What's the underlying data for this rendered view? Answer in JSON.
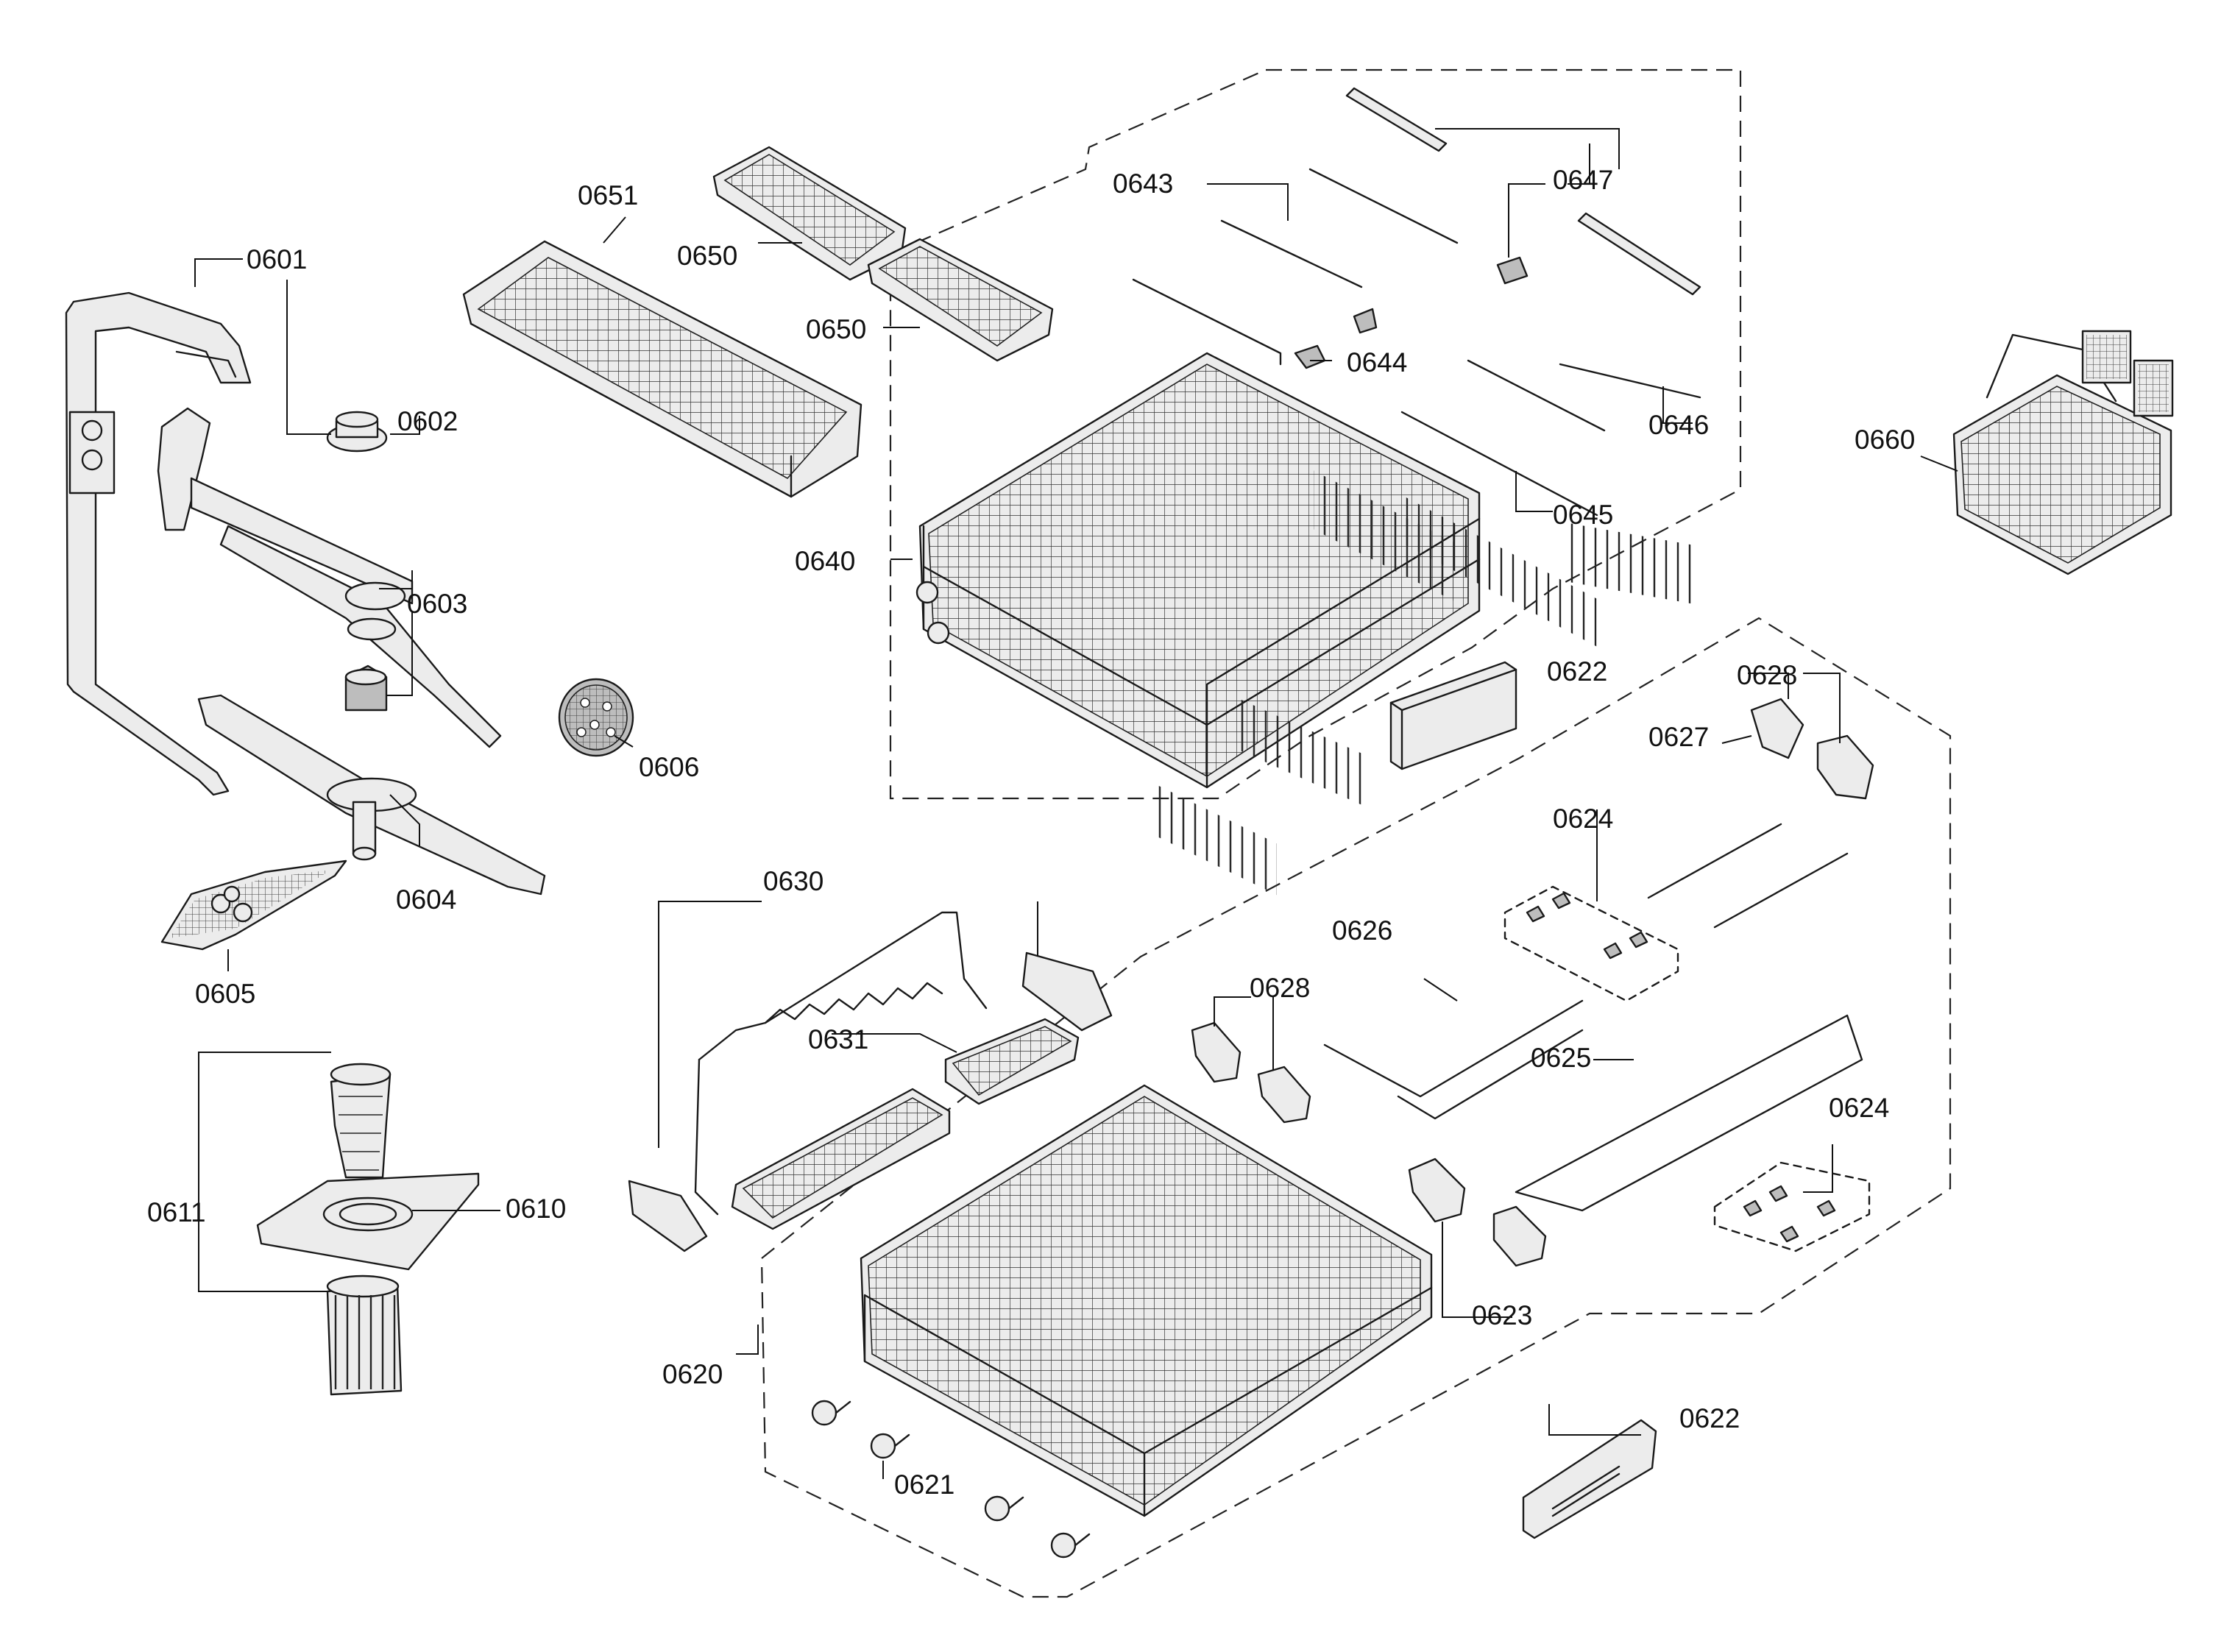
{
  "parts": {
    "p0601": "0601",
    "p0602": "0602",
    "p0603": "0603",
    "p0604": "0604",
    "p0605": "0605",
    "p0606": "0606",
    "p0610": "0610",
    "p0611": "0611",
    "p0620": "0620",
    "p0621": "0621",
    "p0622_upper": "0622",
    "p0622_lower": "0622",
    "p0623": "0623",
    "p0624_upper": "0624",
    "p0624_lower": "0624",
    "p0625": "0625",
    "p0626": "0626",
    "p0627": "0627",
    "p0628_right": "0628",
    "p0628_mid": "0628",
    "p0630": "0630",
    "p0631": "0631",
    "p0640": "0640",
    "p0643": "0643",
    "p0644": "0644",
    "p0645": "0645",
    "p0646": "0646",
    "p0647": "0647",
    "p0650_top": "0650",
    "p0650_bottom": "0650",
    "p0651": "0651",
    "p0660": "0660"
  }
}
